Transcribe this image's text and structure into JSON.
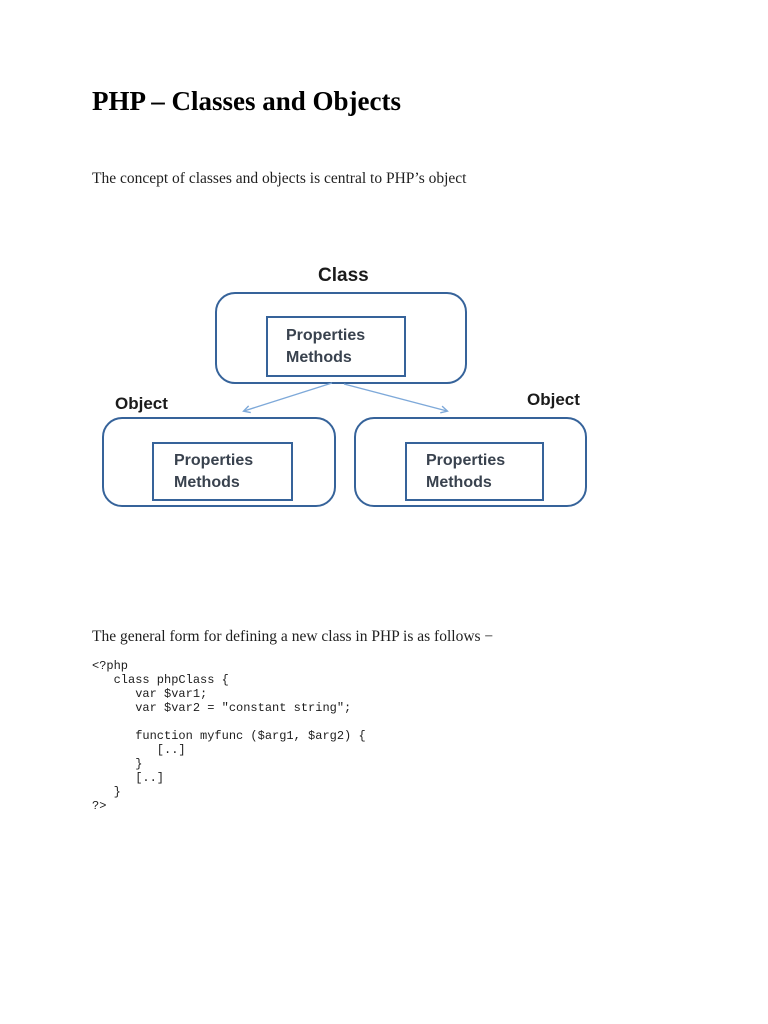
{
  "document": {
    "title": "PHP – Classes and Objects",
    "intro_paragraph": "The concept of classes and objects is central to PHP’s object",
    "general_form_paragraph": "The general form for defining a new class in PHP is as follows −",
    "code_block": "<?php\n   class phpClass {\n      var $var1;\n      var $var2 = \"constant string\";\n\n      function myfunc ($arg1, $arg2) {\n         [..]\n      }\n      [..]\n   }\n?>"
  },
  "diagram": {
    "class_label": "Class",
    "class_box": {
      "line1": "Properties",
      "line2": "Methods"
    },
    "left_object": {
      "label": "Object",
      "line1": "Properties",
      "line2": "Methods"
    },
    "right_object": {
      "label": "Object",
      "line1": "Properties",
      "line2": "Methods"
    },
    "colors": {
      "box_border": "#36639a",
      "arrow": "#7ea9d9",
      "box_text": "#39424e"
    }
  }
}
